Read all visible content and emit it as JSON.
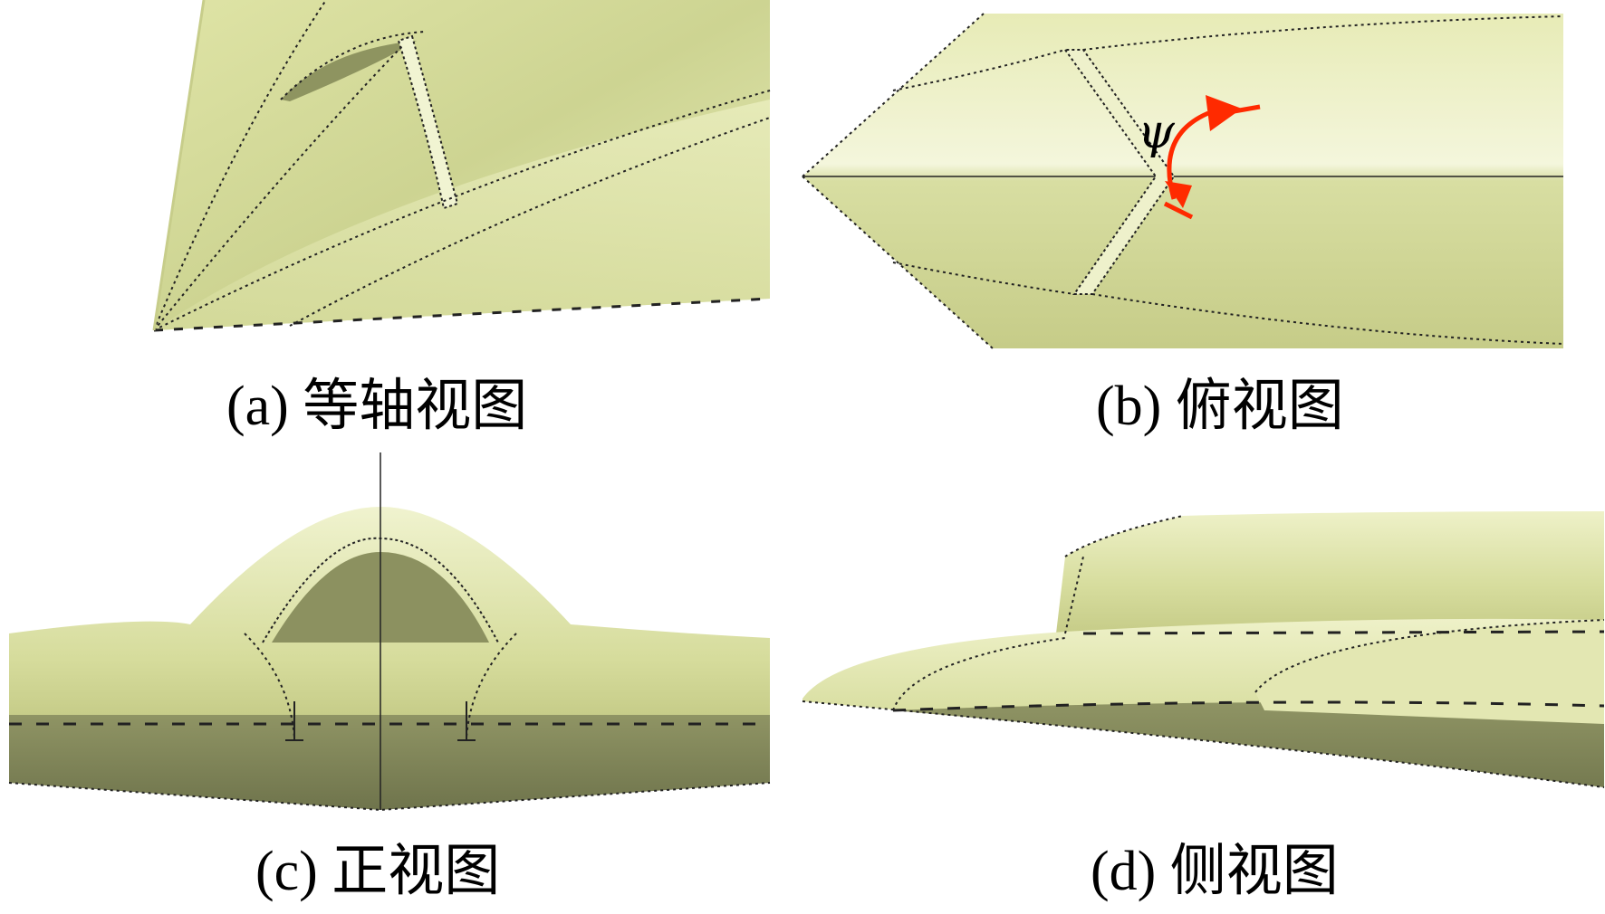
{
  "colors": {
    "surface_light": "#e8ecb8",
    "surface_mid": "#d2d896",
    "surface_dark": "#7f8458",
    "edge_line": "#1a1a1a",
    "arrow_red": "#ff2a00"
  },
  "panels": [
    {
      "id": "a",
      "caption": "(a) 等轴视图"
    },
    {
      "id": "b",
      "caption": "(b) 俯视图",
      "angle_symbol": "ψ"
    },
    {
      "id": "c",
      "caption": "(c) 正视图"
    },
    {
      "id": "d",
      "caption": "(d) 侧视图"
    }
  ]
}
